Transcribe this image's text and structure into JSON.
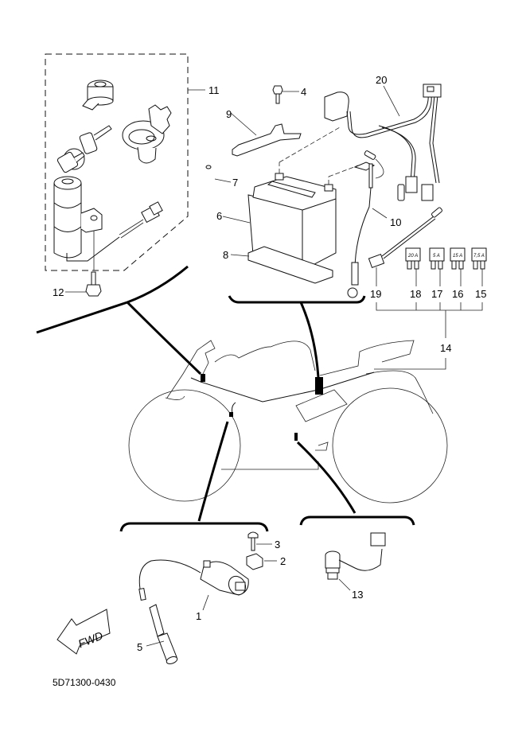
{
  "diagram": {
    "title": "Electrical parts exploded diagram",
    "drawing_code": "5D71300-0430",
    "direction_arrow": "FWD",
    "parts": [
      {
        "ref": "1",
        "name": "ignition-coil"
      },
      {
        "ref": "2",
        "name": "nut"
      },
      {
        "ref": "3",
        "name": "bolt"
      },
      {
        "ref": "4",
        "name": "bolt"
      },
      {
        "ref": "5",
        "name": "spark-plug-cap"
      },
      {
        "ref": "6",
        "name": "battery"
      },
      {
        "ref": "7",
        "name": "breather-pipe"
      },
      {
        "ref": "8",
        "name": "battery-pad"
      },
      {
        "ref": "9",
        "name": "battery-band"
      },
      {
        "ref": "10",
        "name": "battery-lead"
      },
      {
        "ref": "11",
        "name": "main-switch-lock-set"
      },
      {
        "ref": "12",
        "name": "bolt"
      },
      {
        "ref": "13",
        "name": "neutral-switch"
      },
      {
        "ref": "14",
        "name": "fuse-set"
      },
      {
        "ref": "15",
        "name": "fuse"
      },
      {
        "ref": "16",
        "name": "fuse"
      },
      {
        "ref": "17",
        "name": "fuse"
      },
      {
        "ref": "18",
        "name": "fuse"
      },
      {
        "ref": "19",
        "name": "fuse-holder"
      },
      {
        "ref": "20",
        "name": "starter-relay-lead"
      }
    ],
    "fuse_ratings": {
      "15": "7,5 A",
      "16": "15 A",
      "17": "5 A",
      "18": "20 A"
    }
  }
}
